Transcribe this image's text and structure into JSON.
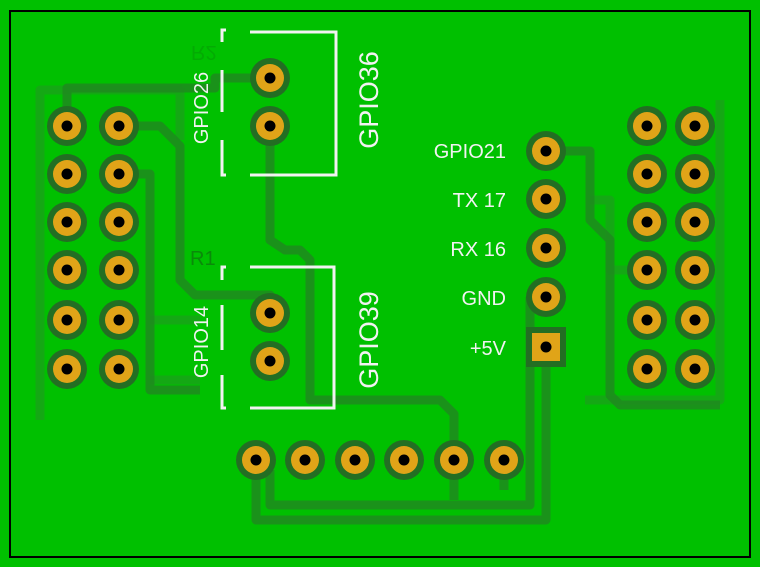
{
  "board": {
    "background_color": "#00c000",
    "pad_color": "#e0a418",
    "ring_color": "#236e23",
    "outline_color": "#000000"
  },
  "connectors": {
    "top": {
      "ref": "R2",
      "left_label": "GPIO26",
      "right_label": "GPIO36"
    },
    "bottom": {
      "ref": "R1",
      "left_label": "GPIO14",
      "right_label": "GPIO39"
    }
  },
  "pin_labels": [
    "GPIO21",
    "TX 17",
    "RX 16",
    "GND",
    "+5V"
  ]
}
